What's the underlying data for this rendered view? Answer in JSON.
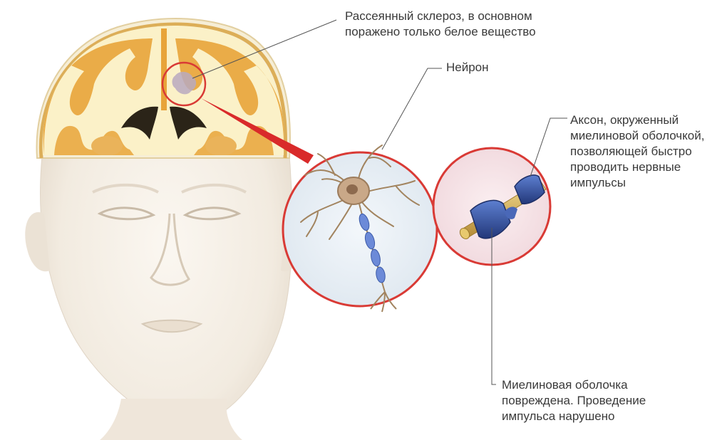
{
  "callouts": {
    "ms": {
      "lines": [
        "Рассеянный склероз, в основном",
        "поражено только белое вещество"
      ]
    },
    "neuron": {
      "lines": [
        "Нейрон"
      ]
    },
    "axon": {
      "lines": [
        "Аксон, окруженный",
        "миелиновой оболочкой,",
        "позволяющей быстро",
        "проводить нервные",
        "импульсы"
      ]
    },
    "damaged": {
      "lines": [
        "Миелиновая оболочка",
        "повреждена. Проведение",
        "импульса нарушено"
      ]
    }
  },
  "colors": {
    "skin": "#f2ebe0",
    "skin_shadow": "#d9cfc2",
    "white_matter": "#fbf1c8",
    "gray_matter": "#e8a43a",
    "magnifier_ring": "#d93a35",
    "connector": "#d92a2a",
    "neuron_body": "#b79678",
    "myelin": "#3b5aa8",
    "axon": "#d8b45a",
    "leader_line": "#555555"
  }
}
